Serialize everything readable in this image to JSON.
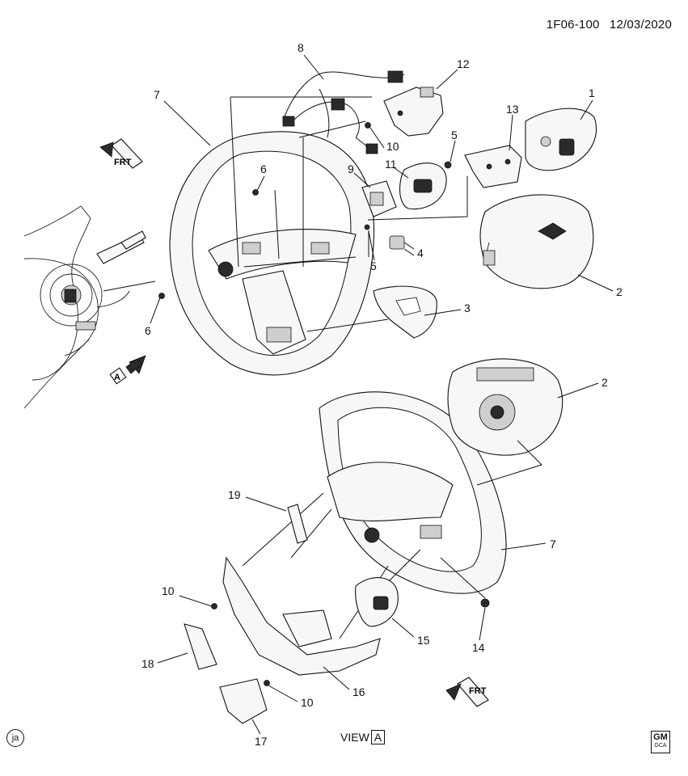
{
  "header": {
    "code": "1F06-100",
    "date": "12/03/2020"
  },
  "callouts": [
    {
      "id": "c1",
      "text": "1"
    },
    {
      "id": "c2a",
      "text": "2"
    },
    {
      "id": "c2b",
      "text": "2"
    },
    {
      "id": "c3",
      "text": "3"
    },
    {
      "id": "c4",
      "text": "4"
    },
    {
      "id": "c5a",
      "text": "5"
    },
    {
      "id": "c5b",
      "text": "5"
    },
    {
      "id": "c6a",
      "text": "6"
    },
    {
      "id": "c6b",
      "text": "6"
    },
    {
      "id": "c7a",
      "text": "7"
    },
    {
      "id": "c7b",
      "text": "7"
    },
    {
      "id": "c8",
      "text": "8"
    },
    {
      "id": "c9",
      "text": "9"
    },
    {
      "id": "c10a",
      "text": "10"
    },
    {
      "id": "c10b",
      "text": "10"
    },
    {
      "id": "c10c",
      "text": "10"
    },
    {
      "id": "c11",
      "text": "11"
    },
    {
      "id": "c12",
      "text": "12"
    },
    {
      "id": "c13",
      "text": "13"
    },
    {
      "id": "c14",
      "text": "14"
    },
    {
      "id": "c15",
      "text": "15"
    },
    {
      "id": "c16",
      "text": "16"
    },
    {
      "id": "c17",
      "text": "17"
    },
    {
      "id": "c18",
      "text": "18"
    },
    {
      "id": "c19",
      "text": "19"
    }
  ],
  "direction_labels": {
    "front_top": "FRT",
    "front_bottom": "FRT",
    "view_arrow": "A"
  },
  "footer": {
    "artist_mark": "ja",
    "view_label": "VIEW",
    "view_letter": "A",
    "logo_top": "GM",
    "logo_bottom": "GCA"
  }
}
